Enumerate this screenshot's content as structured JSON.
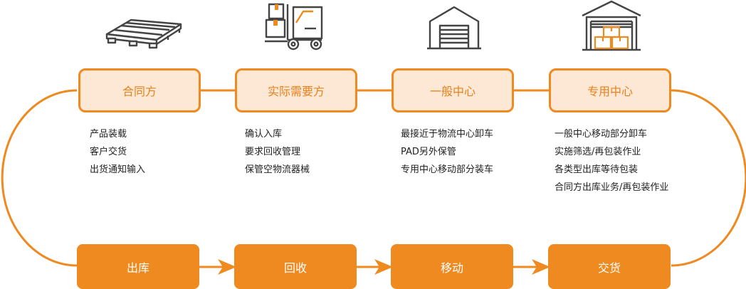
{
  "colors": {
    "accent": "#ee8a1f",
    "accent_light": "#fde8d6",
    "icon_stroke": "#444444"
  },
  "top_row": [
    {
      "label": "合同方",
      "icon": "pallet-icon"
    },
    {
      "label": "实际需要方",
      "icon": "forklift-icon"
    },
    {
      "label": "一般中心",
      "icon": "warehouse-icon"
    },
    {
      "label": "专用中心",
      "icon": "storage-warehouse-icon"
    }
  ],
  "descriptions": [
    [
      "产品装载",
      "客户交货",
      "出货通知输入"
    ],
    [
      "确认入库",
      "要求回收管理",
      "保管空物流器械"
    ],
    [
      "最接近于物流中心卸车",
      "PAD另外保管",
      "专用中心移动部分装车"
    ],
    [
      "一般中心移动部分卸车",
      "实施筛选/再包装作业",
      "各类型出库等待包装",
      "合同方出库业务/再包装作业"
    ]
  ],
  "bottom_row": [
    {
      "label": "出库"
    },
    {
      "label": "回收"
    },
    {
      "label": "移动"
    },
    {
      "label": "交货"
    }
  ]
}
